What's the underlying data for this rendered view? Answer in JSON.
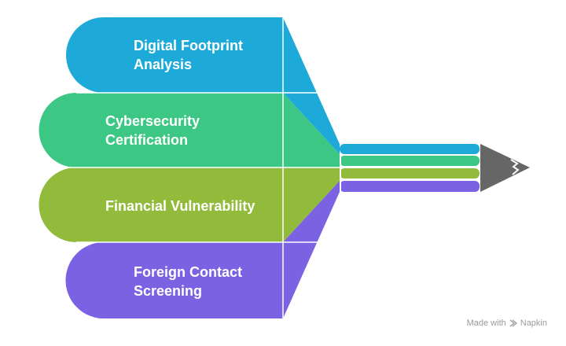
{
  "items": [
    {
      "label_lines": [
        "Digital Footprint",
        "Analysis"
      ],
      "color": "#1eaad9"
    },
    {
      "label_lines": [
        "Cybersecurity",
        "Certification"
      ],
      "color": "#3dc784"
    },
    {
      "label_lines": [
        "Financial Vulnerability"
      ],
      "color": "#93bb3b"
    },
    {
      "label_lines": [
        "Foreign Contact",
        "Screening"
      ],
      "color": "#7a62e3"
    }
  ],
  "pencil_tip_color": "#666666",
  "watermark": {
    "prefix": "Made with",
    "brand": "Napkin"
  }
}
